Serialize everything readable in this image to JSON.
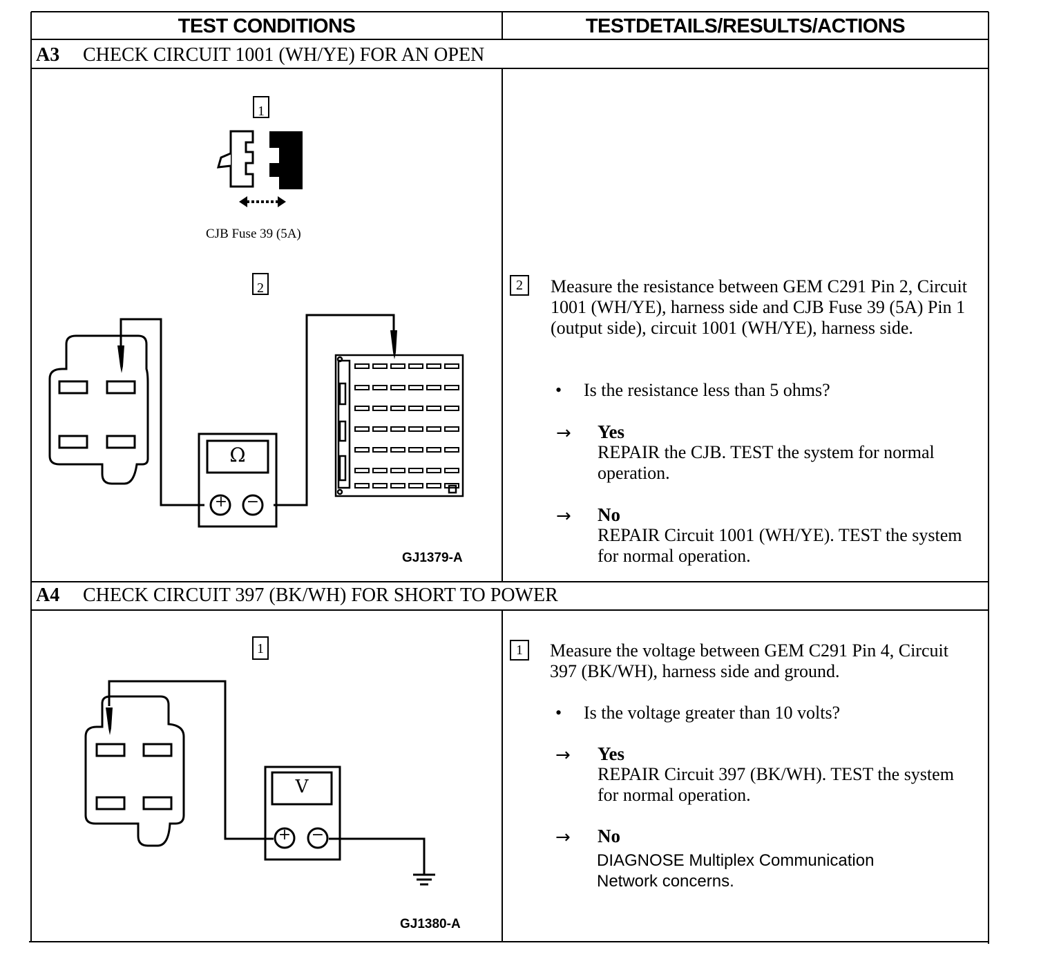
{
  "header": {
    "left": "TEST CONDITIONS",
    "right": "TESTDETAILS/RESULTS/ACTIONS"
  },
  "a3": {
    "id": "A3",
    "title": "CHECK CIRCUIT 1001 (WH/YE) FOR AN OPEN",
    "fig_step1": "1",
    "fuse_caption": "CJB Fuse 39 (5A)",
    "fig_step2": "2",
    "meter_symbol": "Ω",
    "figure_id": "GJ1379-A",
    "detail_step": "2",
    "instruction": "Measure the resistance between GEM C291 Pin 2, Circuit 1001 (WH/YE), harness side and CJB Fuse 39 (5A) Pin 1 (output side), circuit 1001 (WH/YE), harness side.",
    "question": "Is the resistance less than 5 ohms?",
    "yes_label": "Yes",
    "yes_action": "REPAIR the CJB. TEST the system for normal operation.",
    "no_label": "No",
    "no_action": "REPAIR Circuit 1001 (WH/YE). TEST the system for normal operation."
  },
  "a4": {
    "id": "A4",
    "title": "CHECK CIRCUIT 397 (BK/WH) FOR SHORT TO POWER",
    "fig_step1": "1",
    "meter_symbol": "V",
    "figure_id": "GJ1380-A",
    "detail_step": "1",
    "instruction": "Measure the voltage between GEM C291 Pin 4, Circuit 397 (BK/WH), harness side and ground.",
    "question": "Is the voltage greater than 10 volts?",
    "yes_label": "Yes",
    "yes_action": "REPAIR Circuit 397 (BK/WH). TEST the system for normal operation.",
    "no_label": "No",
    "no_action": "DIAGNOSE Multiplex Communication Network concerns."
  },
  "symbols": {
    "bullet": "•",
    "arrow": "→",
    "plus": "+",
    "minus": "−"
  }
}
